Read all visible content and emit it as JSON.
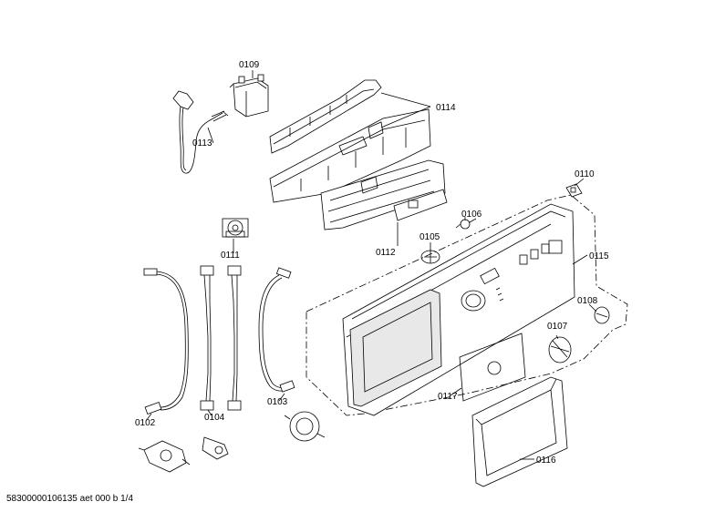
{
  "parts": {
    "p0102": "0102",
    "p0103": "0103",
    "p0104": "0104",
    "p0105": "0105",
    "p0106": "0106",
    "p0107": "0107",
    "p0108": "0108",
    "p0109": "0109",
    "p0110": "0110",
    "p0111": "0111",
    "p0112": "0112",
    "p0113": "0113",
    "p0114": "0114",
    "p0115": "0115",
    "p0116": "0116",
    "p0117": "0117"
  },
  "footer": {
    "code": "58300000106135 aet 000 b 1/4"
  }
}
